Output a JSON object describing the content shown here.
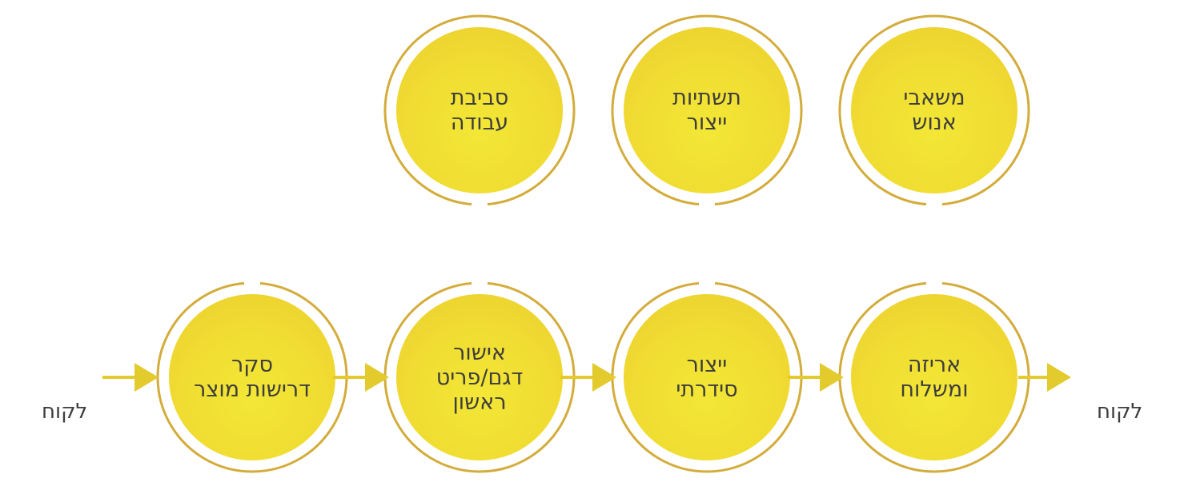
{
  "colors": {
    "ring": "#d3ac3a",
    "disc": "#f0dc32",
    "arrow": "#e3cb2e",
    "text": "#3d3d3d"
  },
  "resources": [
    {
      "lines": [
        "משאבי",
        "אנוש"
      ]
    },
    {
      "lines": [
        "תשתיות",
        "ייצור"
      ]
    },
    {
      "lines": [
        "סביבת",
        "עבודה"
      ]
    }
  ],
  "process": [
    {
      "lines": [
        "אריזה",
        "ומשלוח"
      ]
    },
    {
      "lines": [
        "ייצור",
        "סידרתי"
      ]
    },
    {
      "lines": [
        "אישור",
        "דגם/פריט",
        "ראשון"
      ]
    },
    {
      "lines": [
        "סקר",
        "דרישות מוצר"
      ]
    }
  ],
  "customer_right": "לקוח",
  "customer_left": "לקוח"
}
